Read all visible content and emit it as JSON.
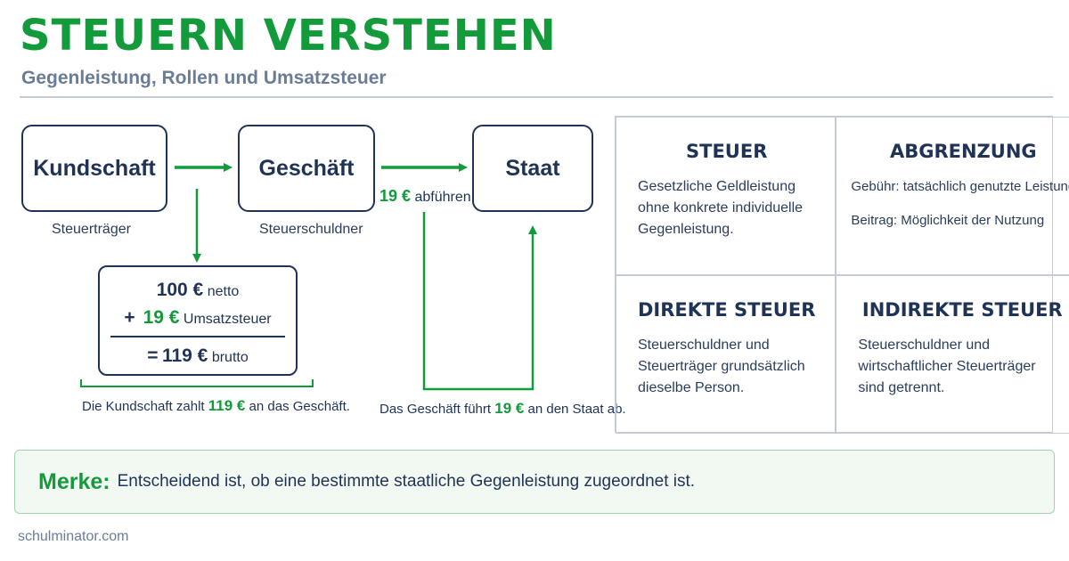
{
  "header": {
    "title": "STEUERN VERSTEHEN",
    "subtitle": "Gegenleistung, Rollen und Umsatzsteuer"
  },
  "flow": {
    "nodes": [
      {
        "label": "Kundschaft",
        "role": "Steuerträger"
      },
      {
        "label": "Geschäft",
        "role": "Steuerschuldner"
      },
      {
        "label": "Staat",
        "role": ""
      }
    ],
    "payment_amount": "19 €",
    "payment_text": "abführen",
    "calc": {
      "net_amount": "100 €",
      "net_label": "netto",
      "plus": "+",
      "vat_amount": "19 €",
      "vat_label": "Umsatzsteuer",
      "equals": "=",
      "gross_amount": "119 €",
      "gross_label": "brutto"
    },
    "note_customer": {
      "before": "Die Kundschaft zahlt",
      "amount": "119 €",
      "after": "an das Geschäft."
    },
    "note_business": {
      "before": "Das Geschäft führt",
      "amount": "19 €",
      "after": "an den Staat ab."
    }
  },
  "cards": [
    {
      "title": "STEUER",
      "lines": [
        "Gesetzliche Geldleistung",
        "ohne konkrete individuelle",
        "Gegenleistung."
      ]
    },
    {
      "title": "ABGRENZUNG",
      "lines": [
        "Gebühr: tatsächlich genutzte Leistung",
        "Beitrag: Möglichkeit der Nutzung"
      ]
    },
    {
      "title": "DIREKTE STEUER",
      "lines": [
        "Steuerschuldner und",
        "Steuerträger grundsätzlich",
        "dieselbe Person."
      ]
    },
    {
      "title": "INDIREKTE STEUER",
      "lines": [
        "Steuerschuldner und",
        "wirtschaftlicher Steuerträger",
        "sind getrennt."
      ]
    }
  ],
  "merke": {
    "label": "Merke:",
    "text": "Entscheidend ist, ob eine bestimmte staatliche Gegenleistung zugeordnet ist."
  },
  "footer": "schulminator.com",
  "colors": {
    "accent": "#139a3b",
    "navy": "#1f3357",
    "muted": "#6a7d98"
  }
}
